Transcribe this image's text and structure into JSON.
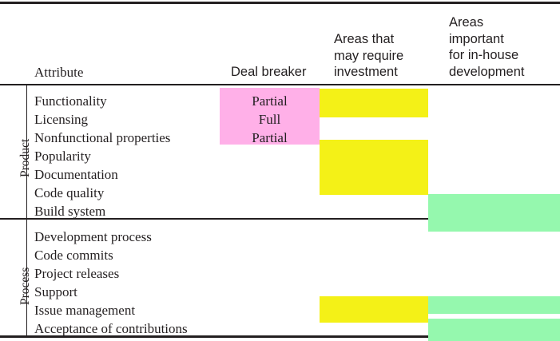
{
  "table": {
    "headers": {
      "attribute": "Attribute",
      "deal_breaker": "Deal breaker",
      "investment": "Areas that\nmay require\ninvestment",
      "in_house": "Areas\nimportant\nfor in-house\ndevelopment"
    },
    "groups": [
      {
        "label": "Product"
      },
      {
        "label": "Process"
      }
    ],
    "rows": [
      {
        "group": "Product",
        "attribute": "Functionality",
        "deal_breaker": "Partial"
      },
      {
        "group": "Product",
        "attribute": "Licensing",
        "deal_breaker": "Full"
      },
      {
        "group": "Product",
        "attribute": "Nonfunctional properties",
        "deal_breaker": "Partial"
      },
      {
        "group": "Product",
        "attribute": "Popularity",
        "deal_breaker": ""
      },
      {
        "group": "Product",
        "attribute": "Documentation",
        "deal_breaker": ""
      },
      {
        "group": "Product",
        "attribute": "Code quality",
        "deal_breaker": ""
      },
      {
        "group": "Product",
        "attribute": "Build system",
        "deal_breaker": ""
      },
      {
        "group": "Process",
        "attribute": "Development process",
        "deal_breaker": ""
      },
      {
        "group": "Process",
        "attribute": "Code commits",
        "deal_breaker": ""
      },
      {
        "group": "Process",
        "attribute": "Project releases",
        "deal_breaker": ""
      },
      {
        "group": "Process",
        "attribute": "Support",
        "deal_breaker": ""
      },
      {
        "group": "Process",
        "attribute": "Issue management",
        "deal_breaker": ""
      },
      {
        "group": "Process",
        "attribute": "Acceptance of contributions",
        "deal_breaker": ""
      }
    ],
    "colors": {
      "deal_breaker_fill": "#FFB0E8",
      "investment_fill": "#F4F117",
      "in_house_fill": "#95F8AE",
      "rule": "#231f20",
      "text": "#231f20",
      "background": "#ffffff"
    },
    "highlight_blocks": [
      {
        "name": "deal-breaker-block",
        "column": "Deal breaker",
        "covers": "Functionality – Nonfunctional properties"
      },
      {
        "name": "investment-block-top",
        "column": "Areas that may require investment",
        "covers": "Functionality – Licensing"
      },
      {
        "name": "investment-block-middle",
        "column": "Areas that may require investment",
        "covers": "Popularity – Code quality"
      },
      {
        "name": "in-house-block-build",
        "column": "Areas important for in-house development",
        "covers": "Build system"
      },
      {
        "name": "investment-block-issue",
        "column": "Areas that may require investment",
        "covers": "Support – Issue management"
      },
      {
        "name": "in-house-block-issue",
        "column": "Areas important for in-house development",
        "covers": "Support – Issue management"
      },
      {
        "name": "in-house-block-acceptance",
        "column": "Areas important for in-house development",
        "covers": "Acceptance of contributions"
      }
    ]
  }
}
